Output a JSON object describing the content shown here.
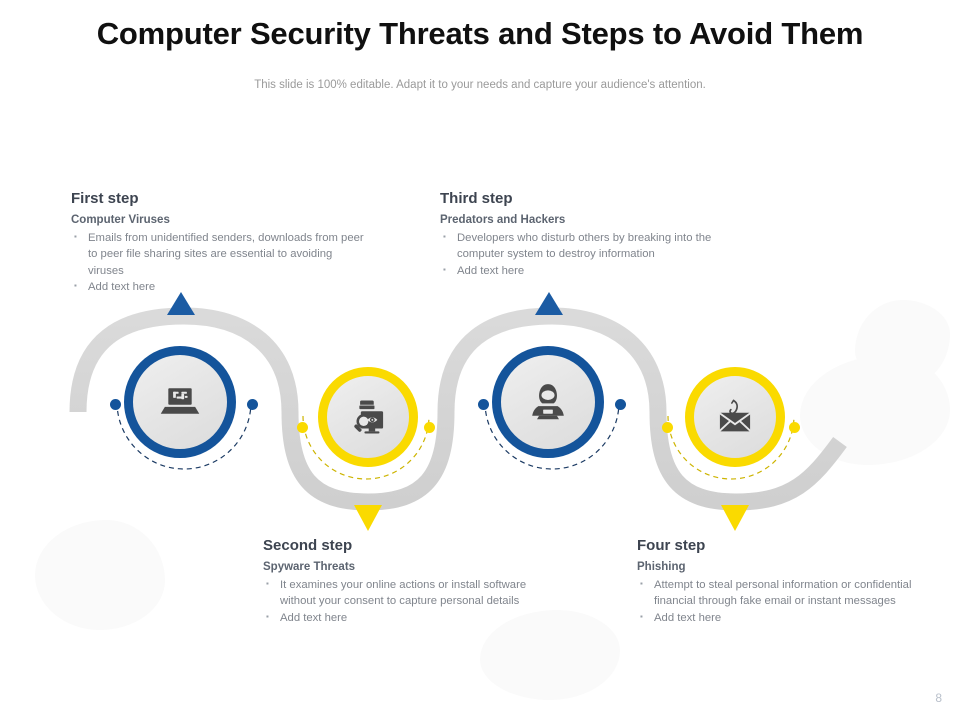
{
  "header": {
    "title": "Computer Security Threats and Steps to Avoid Them",
    "subtitle": "This slide is 100% editable. Adapt it to your needs and capture your audience's attention."
  },
  "page_number": "8",
  "colors": {
    "blue": "#14549b",
    "yellow": "#fada00",
    "ribbon_gray": "#d4d4d4",
    "circle_fill": "#e8e8e8",
    "title_text": "#101010",
    "subtitle_text": "#9a9a9a",
    "step_title_text": "#3d4450",
    "step_sub_text": "#5c6470",
    "body_text": "#80858d"
  },
  "steps": [
    {
      "id": "step-1",
      "title": "First step",
      "subtitle": "Computer Viruses",
      "icon": "laptop-virus-icon",
      "accent": "blue",
      "bullets": [
        "Emails from unidentified senders, downloads from peer to peer file sharing sites are essential to avoiding viruses",
        "Add text here"
      ]
    },
    {
      "id": "step-2",
      "title": "Second step",
      "subtitle": "Spyware Threats",
      "icon": "spyware-monitor-magnifier-icon",
      "accent": "yellow",
      "bullets": [
        "It examines your online actions or install software without your consent to capture personal details",
        "Add text here"
      ]
    },
    {
      "id": "step-3",
      "title": "Third step",
      "subtitle": "Predators and Hackers",
      "icon": "hacker-hoodie-icon",
      "accent": "blue",
      "bullets": [
        "Developers who disturb others by breaking into the computer system to destroy information",
        "Add text here"
      ]
    },
    {
      "id": "step-4",
      "title": "Four step",
      "subtitle": "Phishing",
      "icon": "phishing-envelope-hook-icon",
      "accent": "yellow",
      "bullets": [
        "Attempt to steal personal information or confidential financial through fake email or instant messages",
        "Add text here"
      ]
    }
  ]
}
